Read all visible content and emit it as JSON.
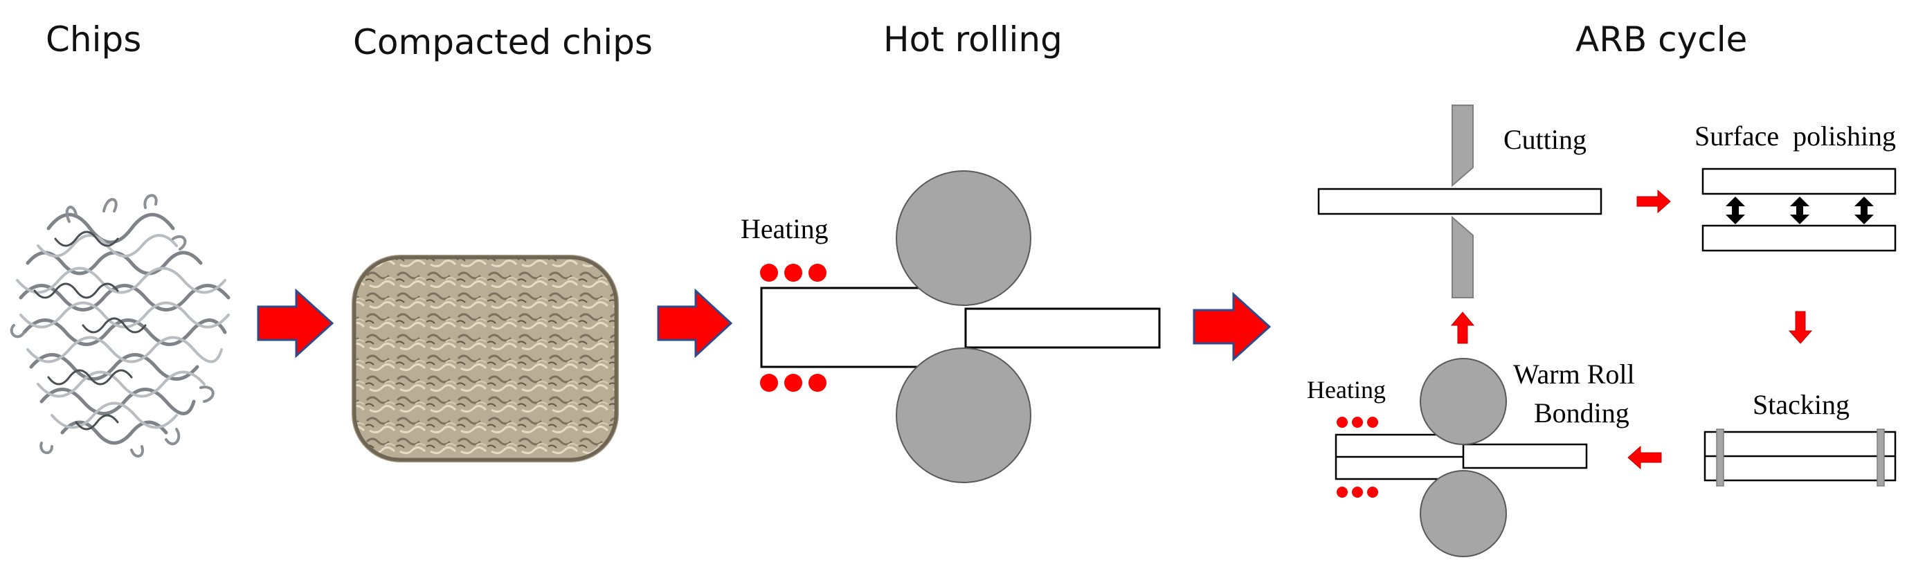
{
  "headings": {
    "chips": "Chips",
    "compacted": "Compacted chips",
    "hot_rolling": "Hot rolling",
    "arb_cycle": "ARB cycle"
  },
  "labels": {
    "hot_heating": "Heating",
    "cutting": "Cutting",
    "surface_polishing": "Surface  polishing",
    "stacking": "Stacking",
    "warm_roll_line1": "Warm Roll",
    "warm_roll_line2": "Bonding",
    "arb_heating": "Heating"
  },
  "colors": {
    "arrow_red": "#ff0000",
    "arrow_outline": "#2e4a8c",
    "roll_gray": "#a6a6a6",
    "roll_outline": "#595959",
    "heat_dot": "#ff0000",
    "chip_metal": "#8c8f94",
    "compact_fill": "#b7ab93"
  },
  "icons": [
    "metal-chips-photo",
    "compacted-chips-photo",
    "heating-dot-icon",
    "double-arrow-icon"
  ]
}
